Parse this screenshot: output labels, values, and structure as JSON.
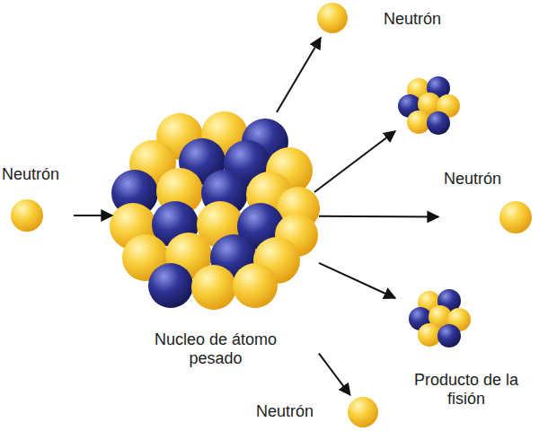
{
  "diagram": {
    "nodes": [
      {
        "text": [
          "Neutrón"
        ]
      },
      {
        "text": [
          "Neutrón"
        ]
      },
      {
        "text": [
          "Nucleo de átomo pesado"
        ]
      },
      {
        "text": [
          "Neutrón"
        ]
      },
      {
        "text": [
          "Producto de la fisión"
        ]
      },
      {
        "text": [
          "Neutrón"
        ]
      }
    ],
    "edges": [
      {
        "from": 1,
        "to": 2,
        "arrow": "to"
      },
      {
        "from": 2,
        "to": 0,
        "arrow": "to"
      },
      {
        "from": 2,
        "to": 3,
        "arrow": "to"
      },
      {
        "from": 2,
        "to": 4,
        "arrow": "to"
      },
      {
        "from": 2,
        "to": 5,
        "arrow": "to"
      }
    ]
  }
}
